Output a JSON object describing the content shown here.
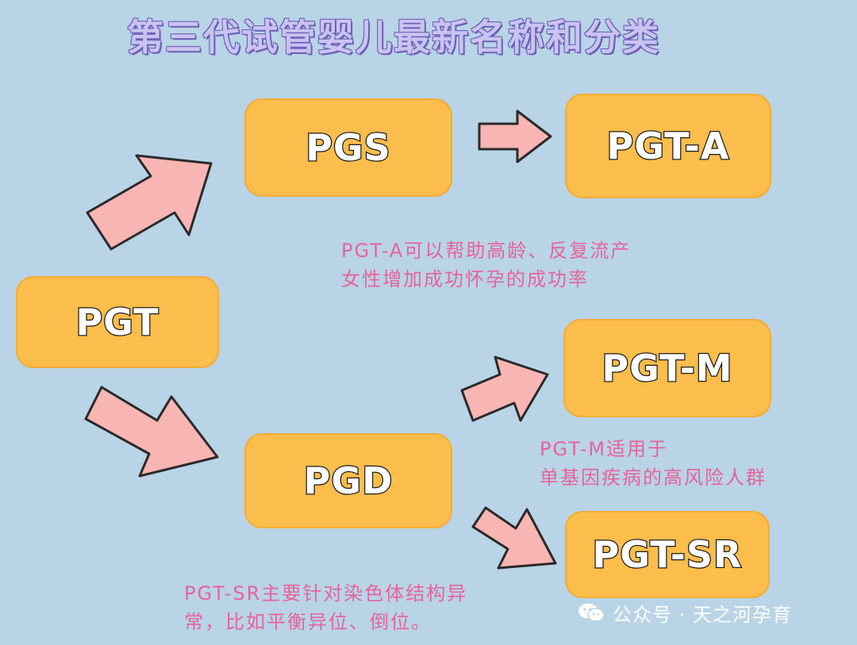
{
  "title": "第三代试管婴儿最新名称和分类",
  "nodes": {
    "pgt": "PGT",
    "pgs": "PGS",
    "pgd": "PGD",
    "pgt_a": "PGT-A",
    "pgt_m": "PGT-M",
    "pgt_sr": "PGT-SR"
  },
  "notes": {
    "pgt_a": [
      "PGT-A可以帮助高龄、反复流产",
      "女性增加成功怀孕的成功率"
    ],
    "pgt_m": [
      "PGT-M适用于",
      "单基因疾病的高风险人群"
    ],
    "pgt_sr": [
      "PGT-SR主要针对染色体结构异",
      "常，比如平衡异位、倒位。"
    ]
  },
  "watermark": {
    "text": "公众号 · 天之河孕育",
    "icon": "wechat-icon"
  },
  "colors": {
    "background": "#b8d4e6",
    "node_fill": "#fbbd4b",
    "arrow_fill": "#f7b5b3",
    "arrow_stroke": "#2a2a2a",
    "note_text": "#e8629b",
    "title_text": "#c9c3f0"
  }
}
